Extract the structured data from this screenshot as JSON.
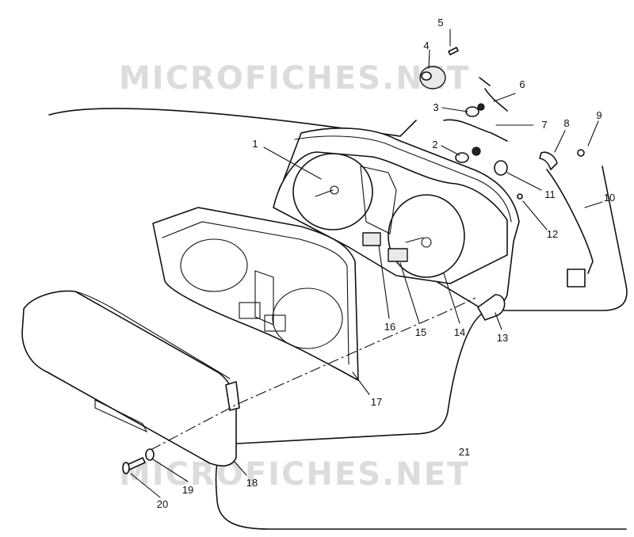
{
  "watermark": {
    "text_top": "MICROFICHES.NET",
    "text_bottom": "MICROFICHES.NET"
  },
  "callouts": [
    "1",
    "2",
    "3",
    "4",
    "5",
    "6",
    "7",
    "8",
    "9",
    "10",
    "11",
    "12",
    "13",
    "14",
    "15",
    "16",
    "17",
    "18",
    "19",
    "20",
    "21"
  ]
}
